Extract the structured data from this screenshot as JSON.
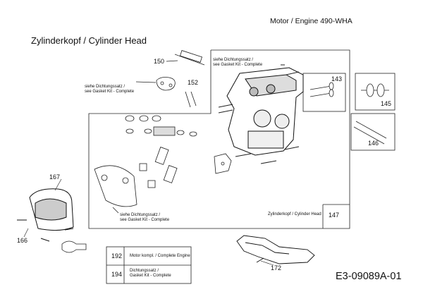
{
  "header": {
    "engine_label": "Motor / Engine  490-WHA",
    "section_title": "Zylinderkopf  / Cylinder Head"
  },
  "parts": {
    "p150": "150",
    "p152": "152",
    "p143": "143",
    "p145": "145",
    "p146": "146",
    "p147": "147",
    "p167": "167",
    "p166": "166",
    "p172": "172"
  },
  "notes": {
    "gasket_de": "siehe Dichtungssatz /",
    "gasket_en": "see Gasket Kit - Complete",
    "gasket_de_top": "siehe Dichtungssatz /",
    "gasket_en_top": "see Gasket Kit - Complete",
    "gasket_de_lower": "siehe Dichtungssatz /",
    "gasket_en_lower": "see Gasket Kit - Complete"
  },
  "box147": {
    "label": "Zylinderkopf / Cylinder Head",
    "number": "147"
  },
  "table": {
    "rows": [
      {
        "number": "192",
        "text1": "Motor kompl. / Complete Engine",
        "text2": ""
      },
      {
        "number": "194",
        "text1": "Dichtungssatz /",
        "text2": "Gasket Kit - Complete"
      }
    ]
  },
  "diagram_code": "E3-09089A-01"
}
